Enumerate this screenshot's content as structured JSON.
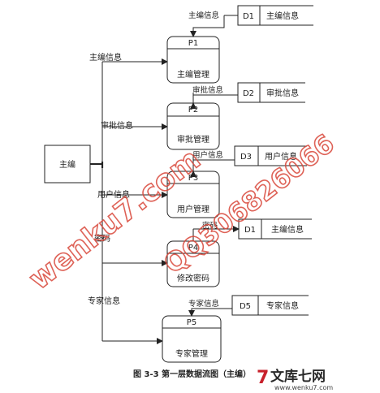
{
  "diagram": {
    "entity": {
      "name": "主编"
    },
    "processes": [
      {
        "id": "P1",
        "name": "主编管理"
      },
      {
        "id": "P2",
        "name": "审批管理"
      },
      {
        "id": "P3",
        "name": "用户管理"
      },
      {
        "id": "P4",
        "name": "修改密码"
      },
      {
        "id": "P5",
        "name": "专家管理"
      }
    ],
    "stores": [
      {
        "id": "D1",
        "name": "主编信息"
      },
      {
        "id": "D2",
        "name": "审批信息"
      },
      {
        "id": "D3",
        "name": "用户信息"
      },
      {
        "id": "D1",
        "name": "主编信息"
      },
      {
        "id": "D5",
        "name": "专家信息"
      }
    ],
    "flows": {
      "entity_to_p1": "主编信息",
      "entity_to_p2": "审批信息",
      "entity_to_p3": "用户信息",
      "entity_to_p4": "密码",
      "entity_to_p5": "专家信息",
      "p1_store": "主编信息",
      "p2_store": "审批信息",
      "p3_store": "用户信息",
      "p4_store": "密码",
      "p5_store": "专家信息"
    },
    "caption": "图 3-3 第一层数据流图（主编）"
  },
  "watermark": {
    "text": "wenku7.com",
    "phone": "QQ306826066"
  },
  "logo": {
    "name": "文库七网",
    "mark": "7",
    "domain": "www.wenku7.com"
  },
  "colors": {
    "line": "#222222",
    "watermark": "#d9473a"
  }
}
